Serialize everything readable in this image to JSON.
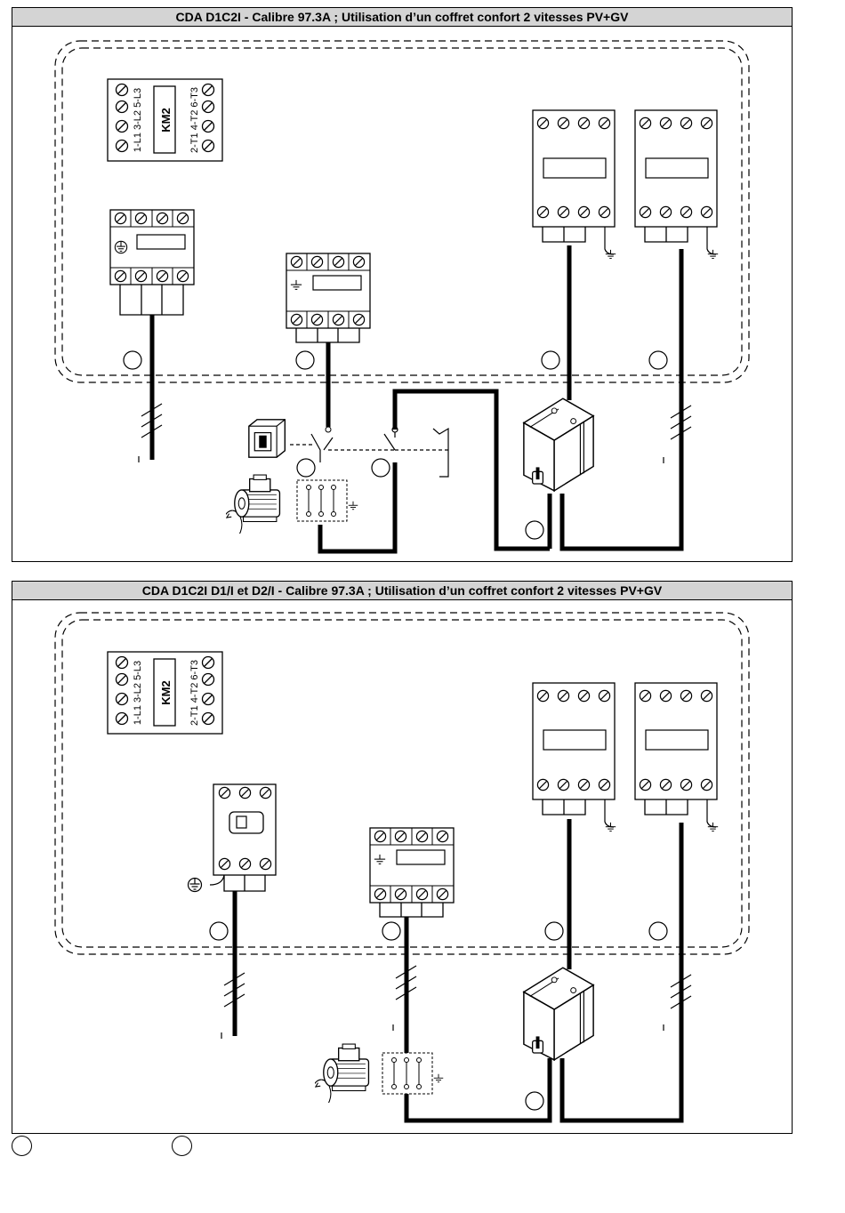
{
  "diagrams": [
    {
      "title": "CDA D1C2I - Calibre 97.3A ; Utilisation d’un coffret confort 2 vitesses PV+GV",
      "contactor_label": "KM2",
      "contactor_left_terminals": "1-L1 3-L2 5-L3",
      "contactor_right_terminals": "2-T1 4-T2 6-T3"
    },
    {
      "title": "CDA D1C2I D1/I et D2/I - Calibre 97.3A ; Utilisation d’un coffret confort 2 vitesses PV+GV",
      "contactor_label": "KM2",
      "contactor_left_terminals": "1-L1 3-L2 5-L3",
      "contactor_right_terminals": "2-T1 4-T2 6-T3"
    }
  ],
  "colors": {
    "line": "#000000",
    "header_bg": "#d4d4d4",
    "background": "#ffffff"
  }
}
